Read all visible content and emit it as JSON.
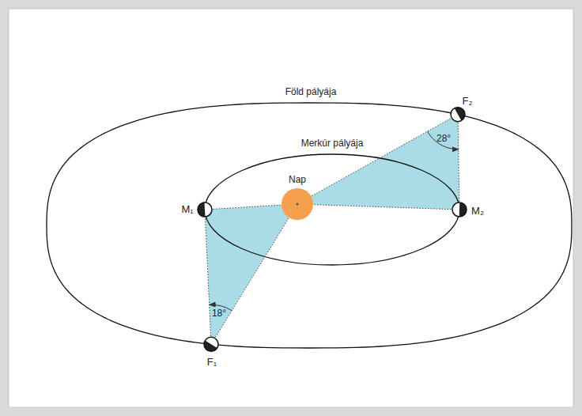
{
  "diagram": {
    "labels": [
      "Föld pályája",
      "F₂",
      "28°",
      "Merkúr pályája",
      "Nap",
      "M₁",
      "M₂",
      "18°",
      "F₁"
    ]
  }
}
